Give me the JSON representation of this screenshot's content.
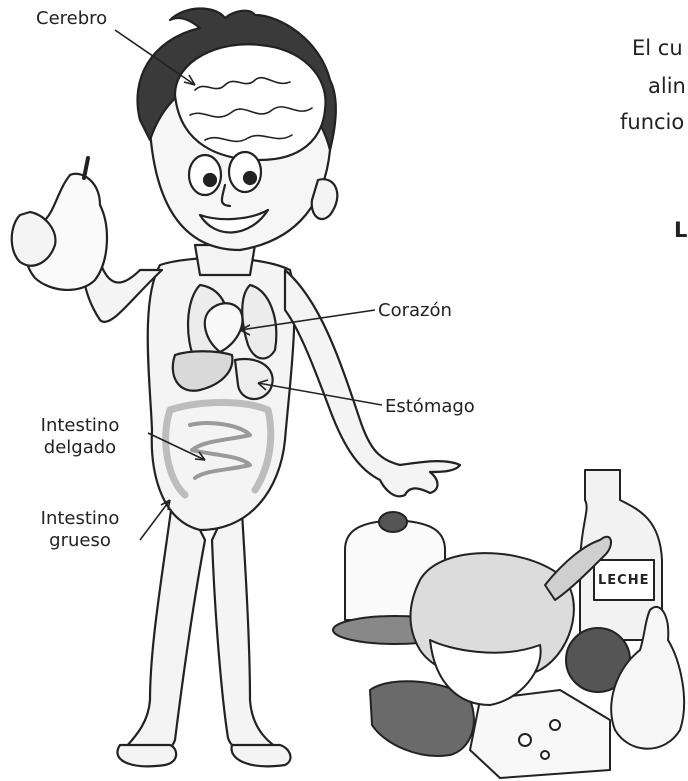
{
  "labels": {
    "brain": "Cerebro",
    "heart": "Corazón",
    "stomach": "Estómago",
    "small_intestine_line1": "Intestino",
    "small_intestine_line2": "delgado",
    "large_intestine_line1": "Intestino",
    "large_intestine_line2": "grueso"
  },
  "side_text": {
    "line1": "El cu",
    "line2": "alin",
    "line3": "funcio",
    "bold_fragment": "L"
  },
  "food": {
    "milk_label": "LECHE"
  },
  "colors": {
    "ink": "#222222",
    "skin": "#f2f2f2",
    "hair": "#3a3a3a",
    "organ": "#e0e0e0"
  }
}
